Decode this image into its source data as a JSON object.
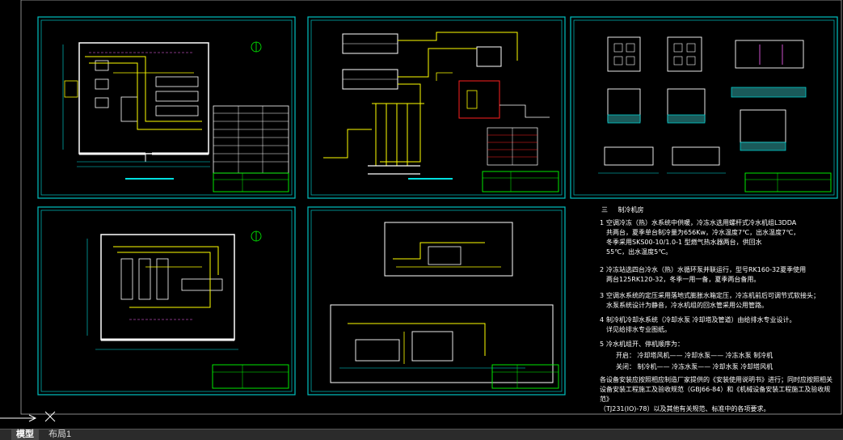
{
  "tabs": [
    {
      "label": "模型",
      "active": true
    },
    {
      "label": "布局1",
      "active": false
    }
  ],
  "notes": {
    "section_number": "三",
    "section_title": "制冷机房",
    "items": [
      {
        "num": "1",
        "lines": [
          "空调冷冻（热）水系统中供暖，冷冻水选用螺杆式冷水机组L3DDA",
          "共两台，夏季单台制冷量为656Kw，冷水温度7℃，出水温度7℃，",
          "冬季采用SKS00-10/1.0-1                    型燃气热水器两台，供回水",
          "55℃，出水温度5℃。"
        ]
      },
      {
        "num": "2",
        "lines": [
          "冷冻站选四台冷水（热）水循环泵并联运行，型号RK160-32夏季使用",
          "两台125RK120-32，冬季一用一备，夏季两台备用。"
        ]
      },
      {
        "num": "3",
        "lines": [
          "空调水系统的定压采用落地式膨胀水箱定压，冷冻机前后可调节式软接头；",
          "水泵系统设计为静音，冷水机组的回水管采用公用管路。"
        ]
      },
      {
        "num": "4",
        "lines": [
          "制冷机冷却水系统（冷却水泵   冷却塔及管道）由给排水专业设计。",
          "详见给排水专业图纸。"
        ]
      },
      {
        "num": "5",
        "lines": [
          "冷水机组开、停机顺序为："
        ]
      }
    ],
    "sequence": [
      {
        "label": "开启：",
        "steps": [
          "冷却塔风机——",
          "冷却水泵——",
          "冷冻水泵",
          "制冷机"
        ]
      },
      {
        "label": "关闭：",
        "steps": [
          "制冷机——",
          "冷冻水泵——",
          "冷却水泵",
          "冷却塔风机"
        ]
      }
    ],
    "footer_lines": [
      "各设备安装应按照相应制造厂家提供的《安装使用说明书》进行；同时应按照相关",
      "设备安装工程施工及验收规范（GBJ66-84）和《机械设备安装工程施工及验收规范》",
      "（TJ231(IO)-78）以及其他有关规范、标准中的各项要求。"
    ]
  },
  "colors": {
    "background": "#000000",
    "frame": "#00c0c0",
    "title_block": "#00ff00",
    "pipe": "#ffff00",
    "equipment": "#ffffff",
    "highlight": "#ff2020",
    "accent": "#ff66ff",
    "dimension": "#00e0e0"
  },
  "icons": [
    "ucs-axis-icon",
    "north-arrow-icon"
  ]
}
